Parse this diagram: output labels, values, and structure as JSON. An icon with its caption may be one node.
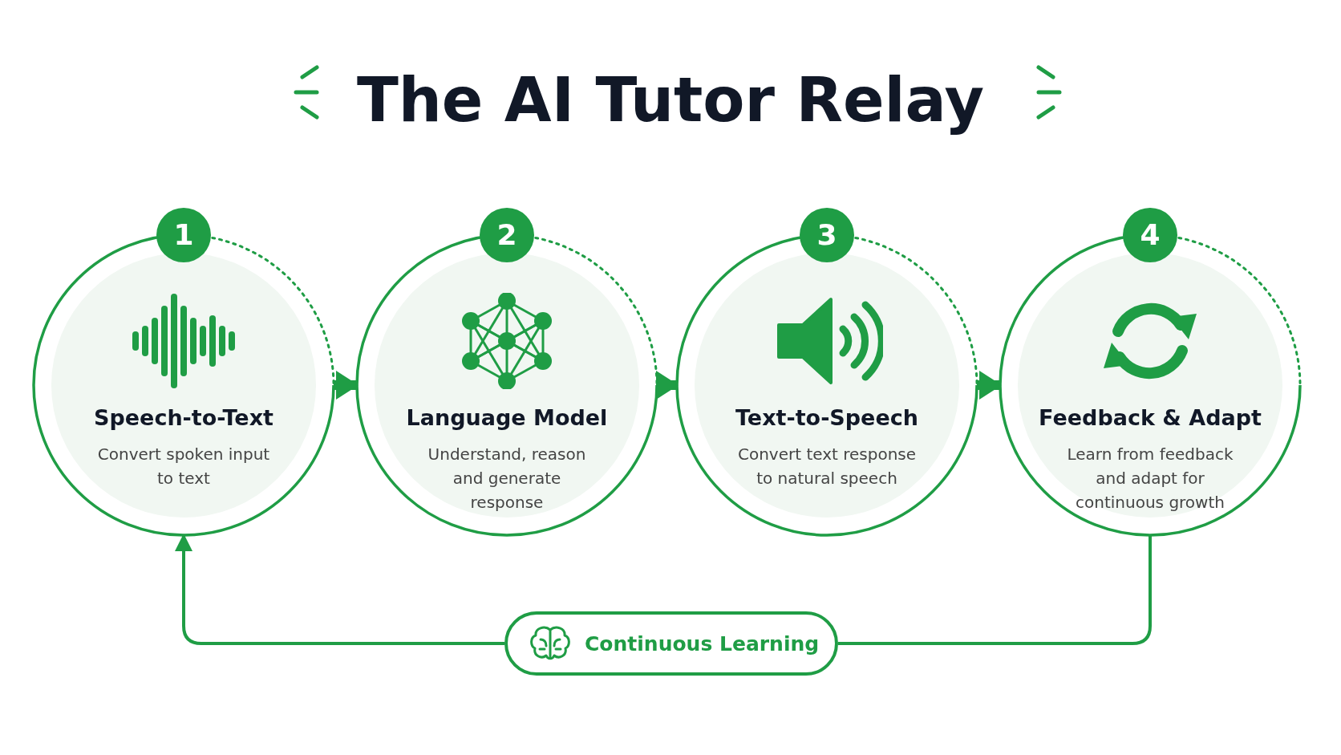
{
  "diagram": {
    "title": "The AI Tutor Relay",
    "nodes": [
      {
        "text": [
          "1",
          "Speech-to-Text",
          "Convert spoken input to text"
        ]
      },
      {
        "text": [
          "2",
          "Language Model",
          "Understand, reason and generate response"
        ]
      },
      {
        "text": [
          "3",
          "Text-to-Speech",
          "Convert text response to natural speech"
        ]
      },
      {
        "text": [
          "4",
          "Feedback & Adapt",
          "Learn from feedback and adapt for continuous growth"
        ]
      },
      {
        "text": [
          "Continuous Learning"
        ]
      }
    ],
    "edges": [
      {
        "from": 0,
        "to": 1,
        "arrow": "to"
      },
      {
        "from": 1,
        "to": 2,
        "arrow": "to"
      },
      {
        "from": 2,
        "to": 3,
        "arrow": "to"
      },
      {
        "from": 3,
        "to": 4,
        "arrow": "none"
      },
      {
        "from": 4,
        "to": 0,
        "arrow": "to"
      }
    ]
  }
}
